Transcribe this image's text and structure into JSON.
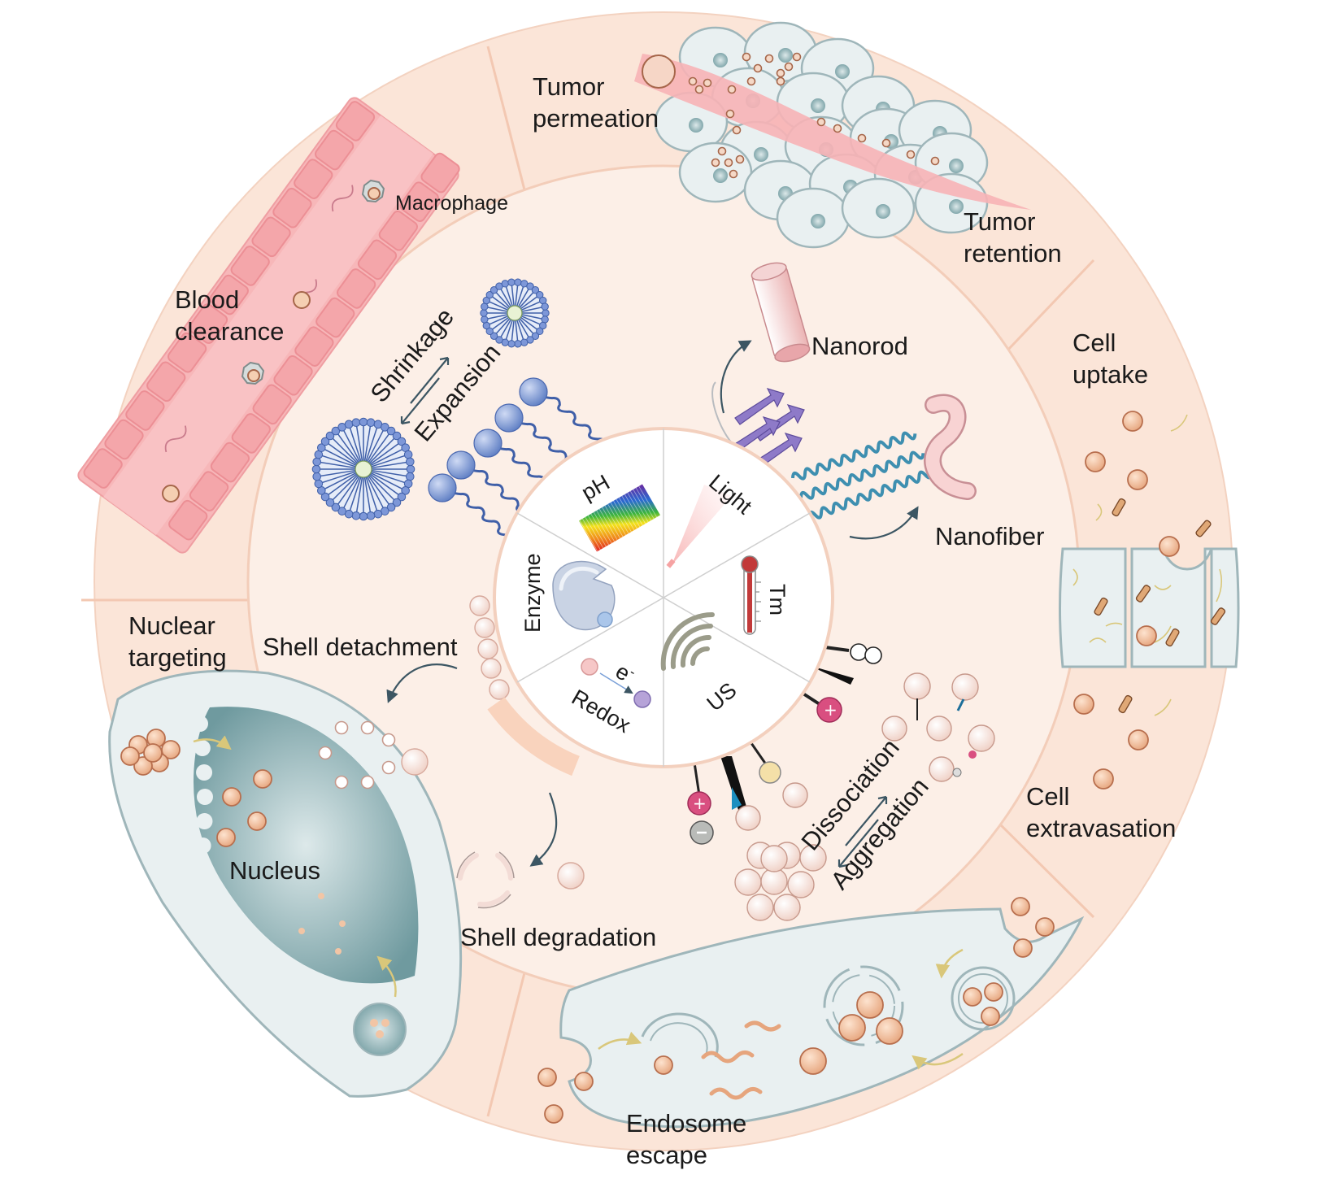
{
  "colors": {
    "outer_ring": "#fbe5d8",
    "middle_disc": "#fcefe7",
    "inner_disc": "#ffffff",
    "divider": "#f3c8b2",
    "vessel": "#f7b3b6",
    "vessel_cell": "#f4a4a8",
    "cell_fill": "#e9f0f1",
    "cell_stroke": "#9fb6ba",
    "nucleus": "#8fb3b7",
    "particle": "#f2c5a5",
    "particle_stroke": "#b86f4e",
    "sphere": "#fdf1ec",
    "sphere_stroke": "#d7a99c",
    "micelle_blue": "#6f8fd0",
    "arrow": "#3c5663",
    "yellow_arrow": "#d9c77a"
  },
  "outer": {
    "tumor_permeation": [
      "Tumor",
      "permeation"
    ],
    "tumor_retention": [
      "Tumor",
      "retention"
    ],
    "cell_uptake": [
      "Cell",
      "uptake"
    ],
    "cell_extravasation": [
      "Cell",
      "extravasation"
    ],
    "endosome_escape": [
      "Endosome",
      "escape"
    ],
    "nuclear_targeting": [
      "Nuclear",
      "targeting"
    ],
    "nucleus": "Nucleus",
    "blood_clearance": [
      "Blood",
      "clearance"
    ],
    "macrophage": "Macrophage"
  },
  "middle": {
    "shrinkage": "Shrinkage",
    "expansion": "Expansion",
    "nanorod": "Nanorod",
    "nanofiber": "Nanofiber",
    "shell_detachment": "Shell detachment",
    "shell_degradation": "Shell degradation",
    "dissociation": "Dissociation",
    "aggregation": "Aggregation"
  },
  "center": {
    "ph": "pH",
    "light": "Light",
    "tm": "Tm",
    "us": "US",
    "redox": "Redox",
    "electron": "e",
    "electron_sup": "-",
    "enzyme": "Enzyme"
  },
  "icons": [
    "blood-vessel-icon",
    "macrophage-icon",
    "tumor-tissue-icon",
    "cell-monolayer-icon",
    "endosome-cell-icon",
    "nucleus-cell-icon",
    "micelle-icon",
    "peptide-assembly-icon",
    "nanorod-icon",
    "nanofiber-icon",
    "ph-spectrum-icon",
    "light-beam-icon",
    "thermometer-icon",
    "ultrasound-waves-icon",
    "redox-icon",
    "enzyme-icon"
  ]
}
